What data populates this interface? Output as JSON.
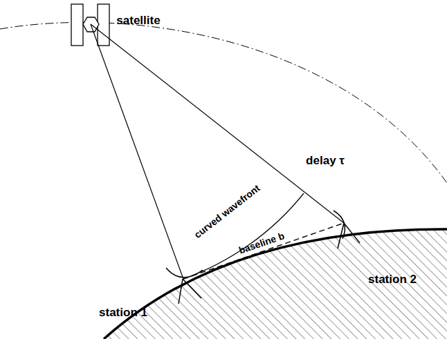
{
  "diagram": {
    "labels": [
      "satellite",
      "curved wavefront",
      "delay τ",
      "baseline b",
      "station 1",
      "station 2"
    ]
  }
}
